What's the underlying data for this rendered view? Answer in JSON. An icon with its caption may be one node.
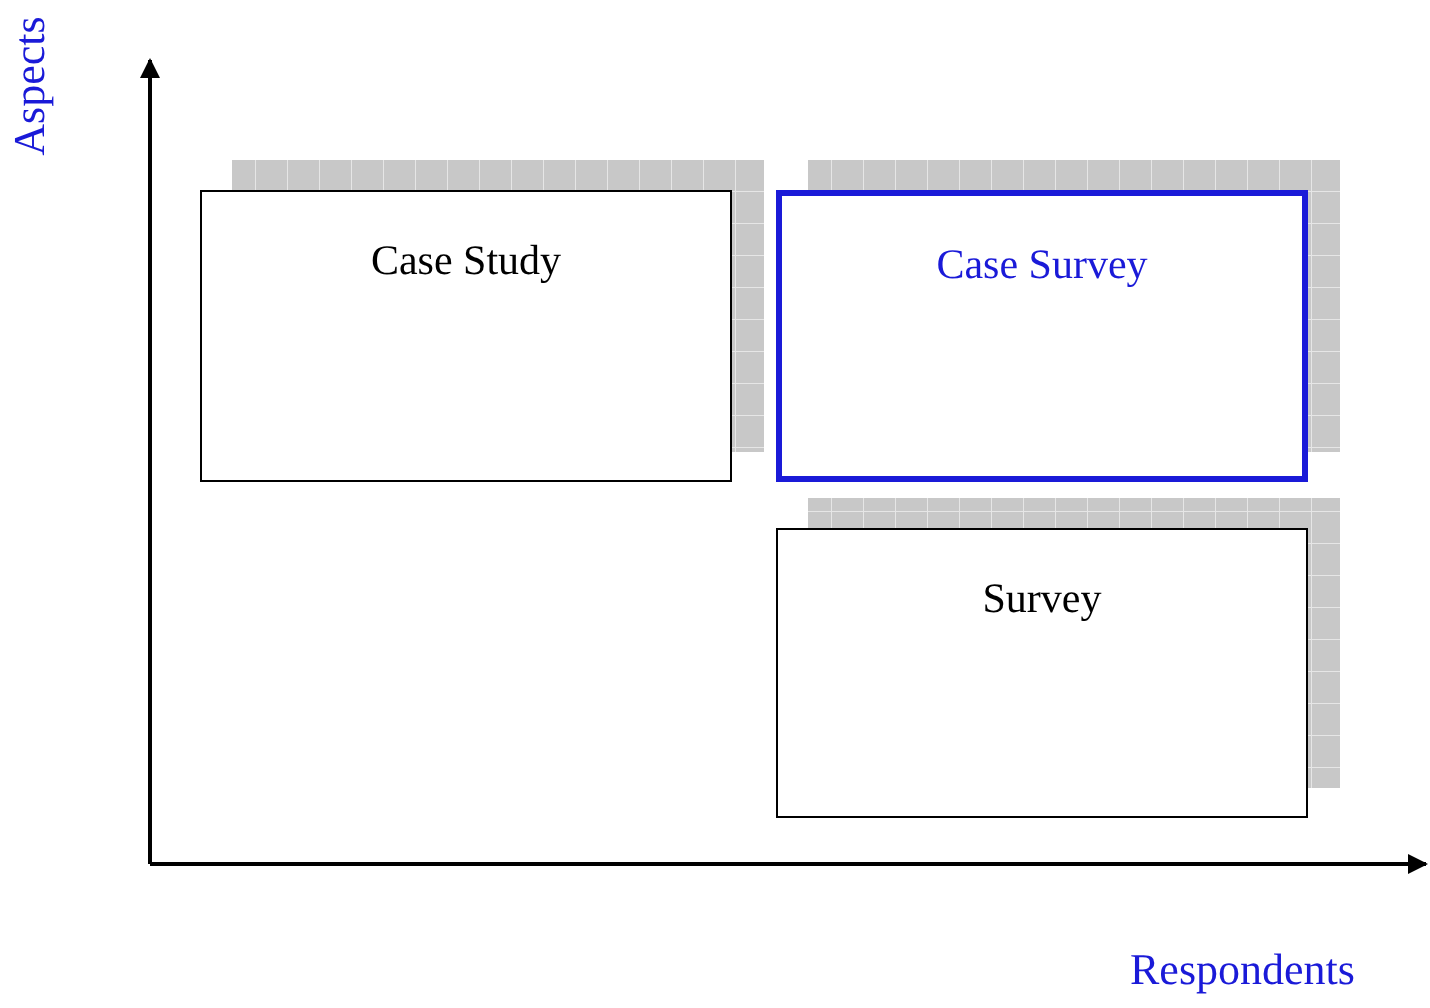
{
  "diagram": {
    "nodes": [
      {
        "text": [
          "Case Study"
        ]
      },
      {
        "text": [
          "Case Survey"
        ]
      },
      {
        "text": [
          "Survey"
        ]
      }
    ],
    "labels": [
      "Aspects",
      "Respondents"
    ]
  }
}
